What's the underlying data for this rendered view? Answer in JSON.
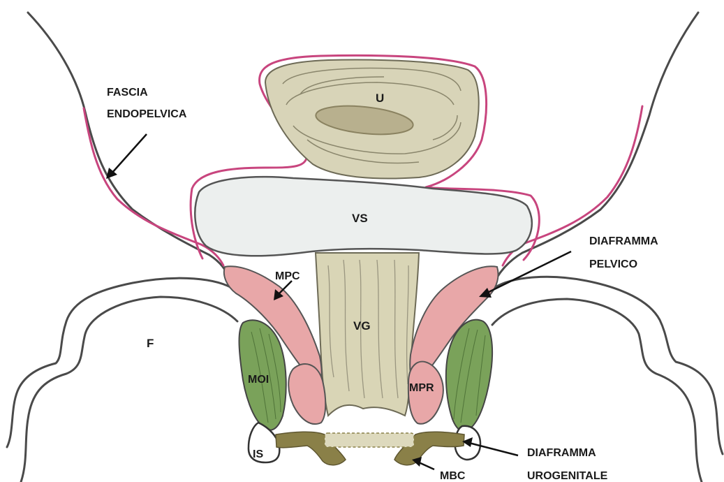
{
  "labels": {
    "u": "U",
    "vs": "VS",
    "vg": "VG",
    "mpc": "MPC",
    "moi": "MOI",
    "mpr": "MPR",
    "f": "F",
    "is": "IS",
    "mbc": "MBC",
    "fascia_line1": "FASCIA",
    "fascia_line2": "ENDOPELVICA",
    "diaf_pelvico_line1": "DIAFRAMMA",
    "diaf_pelvico_line2": "PELVICO",
    "diaf_uro_line1": "DIAFRAMMA",
    "diaf_uro_line2": "UROGENITALE"
  },
  "colors": {
    "uterus": "#d8d4b8",
    "uterus_core": "#b8b08e",
    "bladder": "#ecefee",
    "vagina": "#d9d5b6",
    "muscle_pink": "#e8a7a8",
    "muscle_green": "#7aa25a",
    "urogenital": "#8a8048",
    "fascia": "#c8457e",
    "bone_outline": "#4a4a4a"
  }
}
